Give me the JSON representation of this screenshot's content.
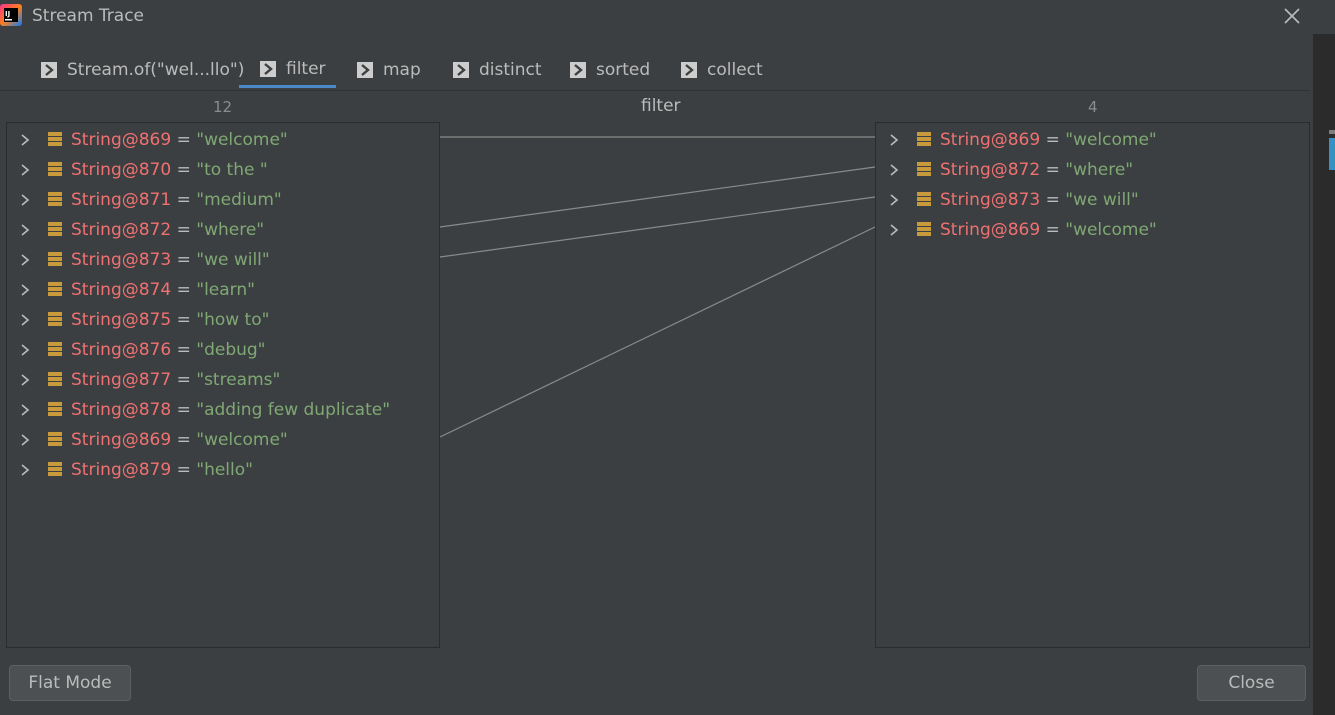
{
  "window": {
    "title": "Stream Trace"
  },
  "tabs": [
    {
      "label": "Stream.of(\"wel...llo\")"
    },
    {
      "label": "filter"
    },
    {
      "label": "map"
    },
    {
      "label": "distinct"
    },
    {
      "label": "sorted"
    },
    {
      "label": "collect"
    }
  ],
  "active_tab": "filter",
  "header": {
    "left_count": "12",
    "operation": "filter",
    "right_count": "4"
  },
  "left_items": [
    {
      "name": "String@869",
      "value": "\"welcome\""
    },
    {
      "name": "String@870",
      "value": "\"to the \""
    },
    {
      "name": "String@871",
      "value": "\"medium\""
    },
    {
      "name": "String@872",
      "value": "\"where\""
    },
    {
      "name": "String@873",
      "value": "\"we will\""
    },
    {
      "name": "String@874",
      "value": "\"learn\""
    },
    {
      "name": "String@875",
      "value": "\"how to\""
    },
    {
      "name": "String@876",
      "value": "\"debug\""
    },
    {
      "name": "String@877",
      "value": "\"streams\""
    },
    {
      "name": "String@878",
      "value": "\"adding few duplicate\""
    },
    {
      "name": "String@869",
      "value": "\"welcome\""
    },
    {
      "name": "String@879",
      "value": "\"hello\""
    }
  ],
  "right_items": [
    {
      "name": "String@869",
      "value": "\"welcome\""
    },
    {
      "name": "String@872",
      "value": "\"where\""
    },
    {
      "name": "String@873",
      "value": "\"we will\""
    },
    {
      "name": "String@869",
      "value": "\"welcome\""
    }
  ],
  "links": [
    [
      0,
      0
    ],
    [
      3,
      1
    ],
    [
      4,
      2
    ],
    [
      10,
      3
    ]
  ],
  "equals_sign": "=",
  "buttons": {
    "flat_mode": "Flat Mode",
    "close": "Close"
  },
  "icons": {
    "app": "intellij-idea-icon",
    "close": "close-icon",
    "tab": "stream-op-icon",
    "expand": "chevron-right-icon",
    "field": "field-icon"
  },
  "colors": {
    "background": "#3c3f41",
    "accent": "#4a88c7",
    "name": "#f07171",
    "value": "#7fa874",
    "field_icon": "#c89a3c"
  }
}
